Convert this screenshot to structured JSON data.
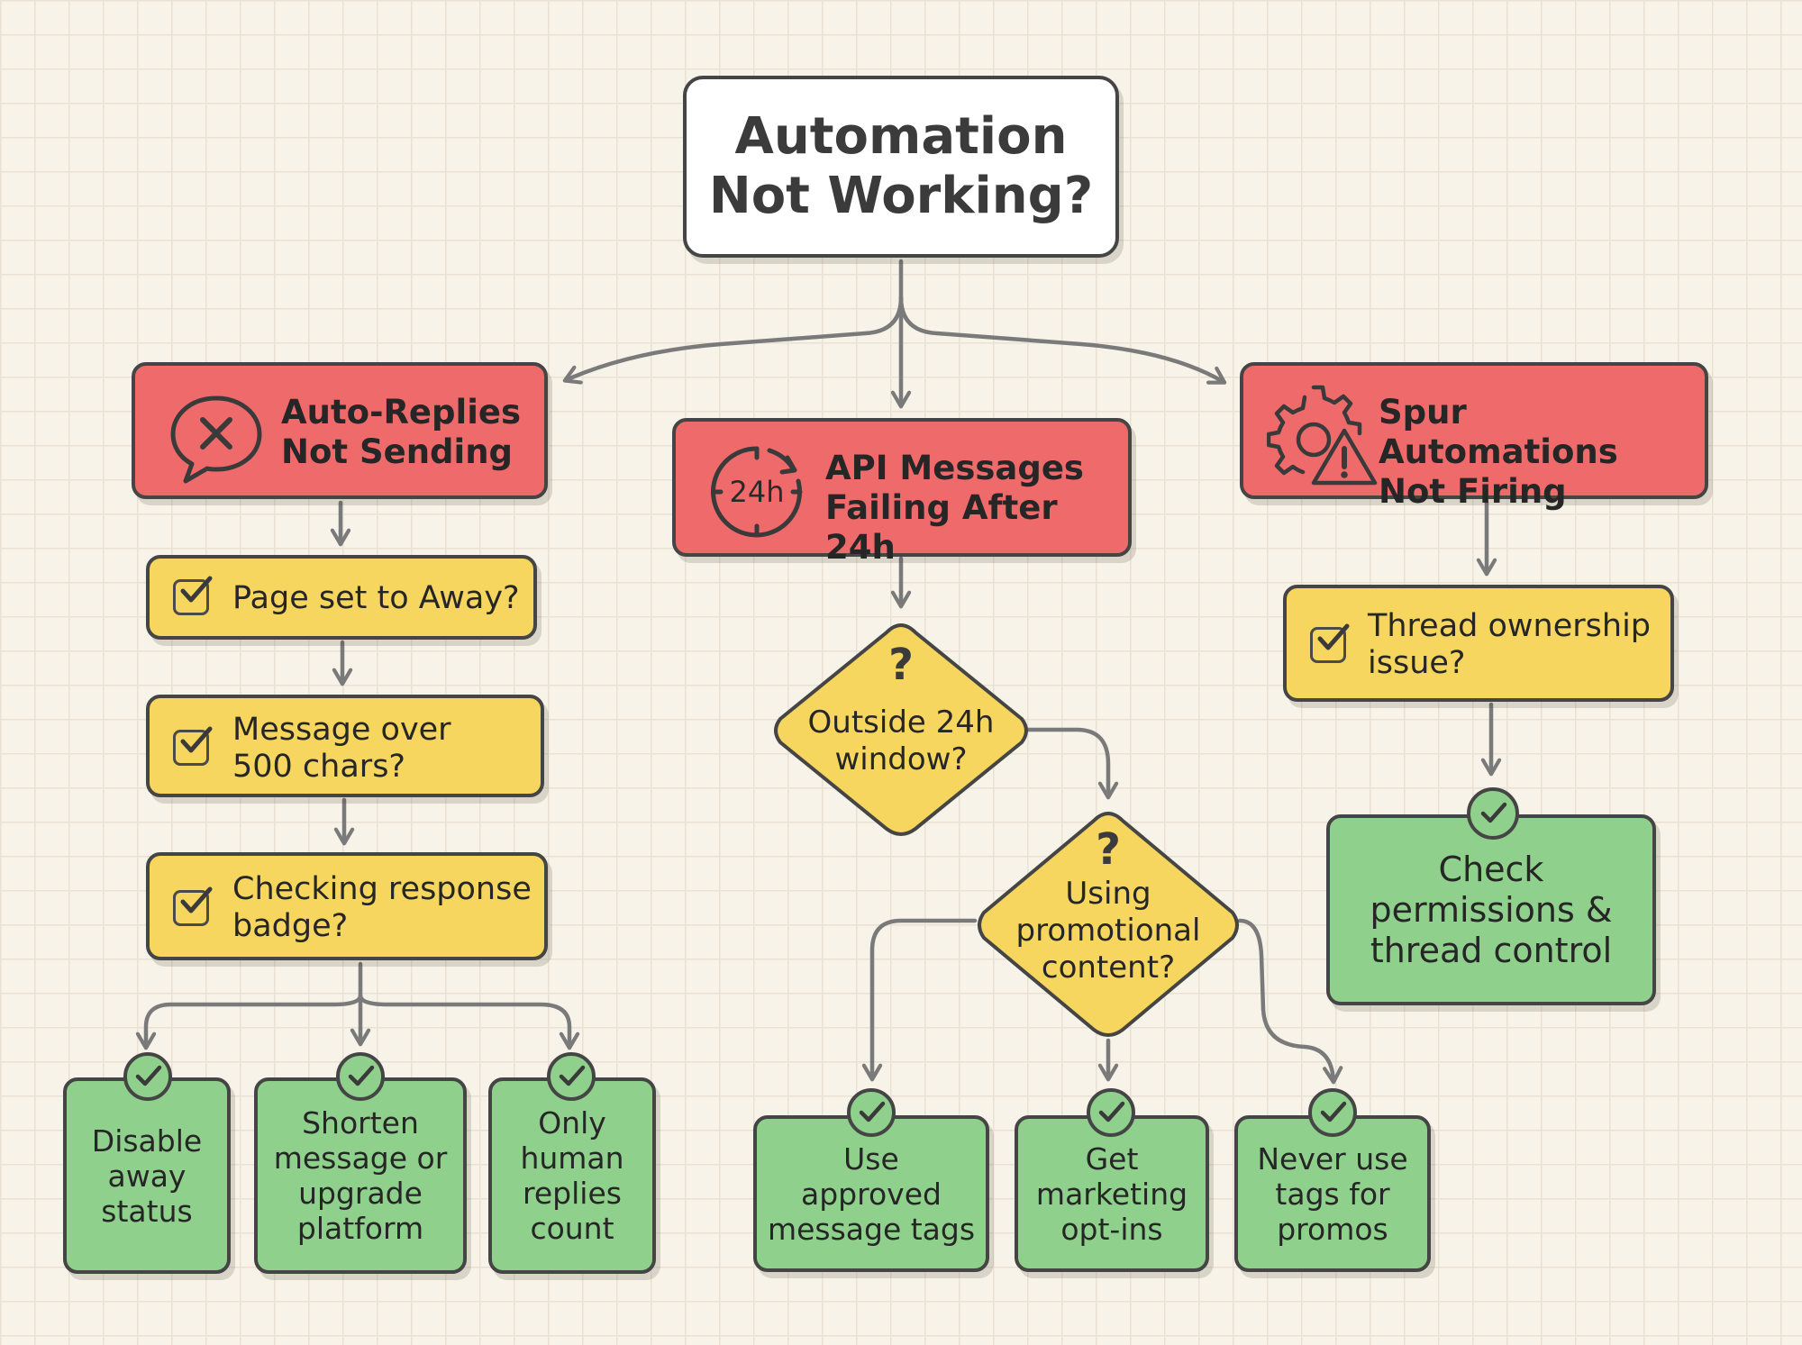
{
  "colors": {
    "background": "#f7f3e8",
    "title_fill": "#ffffff",
    "problem_fill": "#ef6b6b",
    "check_fill": "#f6d65e",
    "solution_fill": "#8fd18c",
    "stroke": "#454545",
    "arrow": "#7a7a7a"
  },
  "title": "Automation\nNot Working?",
  "branches": {
    "auto_replies": {
      "icon": "speech-bubble-x-icon",
      "label": "Auto-Replies\nNot Sending",
      "checks": [
        {
          "icon": "checkbox-icon",
          "label": "Page set to Away?"
        },
        {
          "icon": "checkbox-icon",
          "label": "Message over\n500 chars?"
        },
        {
          "icon": "checkbox-icon",
          "label": "Checking response\nbadge?"
        }
      ],
      "solutions": [
        {
          "icon": "check-circle-icon",
          "label": "Disable\naway\nstatus"
        },
        {
          "icon": "check-circle-icon",
          "label": "Shorten\nmessage or\nupgrade\nplatform"
        },
        {
          "icon": "check-circle-icon",
          "label": "Only\nhuman\nreplies\ncount"
        }
      ]
    },
    "api_messages": {
      "icon": "clock-24h-icon",
      "icon_text": "24h",
      "label": "API Messages\nFailing After 24h",
      "decisions": [
        {
          "icon": "question-mark-icon",
          "mark": "?",
          "label": "Outside 24h\nwindow?"
        },
        {
          "icon": "question-mark-icon",
          "mark": "?",
          "label": "Using\npromotional\ncontent?"
        }
      ],
      "solutions": [
        {
          "icon": "check-circle-icon",
          "label": "Use\napproved\nmessage tags"
        },
        {
          "icon": "check-circle-icon",
          "label": "Get\nmarketing\nopt-ins"
        },
        {
          "icon": "check-circle-icon",
          "label": "Never use\ntags for\npromos"
        }
      ]
    },
    "spur_automations": {
      "icon": "gear-warning-icon",
      "label": "Spur Automations\nNot Firing",
      "checks": [
        {
          "icon": "checkbox-icon",
          "label": "Thread ownership\nissue?"
        }
      ],
      "solutions": [
        {
          "icon": "check-circle-icon",
          "label": "Check\npermissions &\nthread control"
        }
      ]
    }
  }
}
